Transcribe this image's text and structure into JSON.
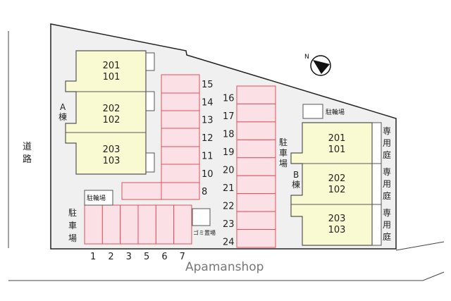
{
  "road_label": [
    "道",
    "路"
  ],
  "building_a": {
    "label": [
      "A",
      "棟"
    ],
    "units": [
      [
        "201",
        "101"
      ],
      [
        "202",
        "102"
      ],
      [
        "203",
        "103"
      ]
    ]
  },
  "building_b": {
    "label": [
      "B",
      "棟"
    ],
    "units": [
      [
        "201",
        "101"
      ],
      [
        "202",
        "102"
      ],
      [
        "203",
        "103"
      ]
    ],
    "garden_label": [
      "専",
      "用",
      "庭"
    ]
  },
  "parking_label": [
    "駐",
    "車",
    "場"
  ],
  "bicycle_parking": "駐輪場",
  "garbage": "ゴミ置場",
  "parking_column_a": [
    "15",
    "14",
    "13",
    "12",
    "11",
    "10",
    "8"
  ],
  "parking_column_b": [
    "16",
    "17",
    "18",
    "19",
    "20",
    "21",
    "22",
    "23",
    "24"
  ],
  "parking_bottom": [
    "1",
    "2",
    "3",
    "5",
    "6",
    "7"
  ],
  "watermark": "Apamanshop",
  "colors": {
    "parking_fill": "#fbe0e6",
    "parking_stroke": "#e0505e",
    "building_fill": "#fafad2",
    "lot_fill": "#f0f0f0"
  }
}
